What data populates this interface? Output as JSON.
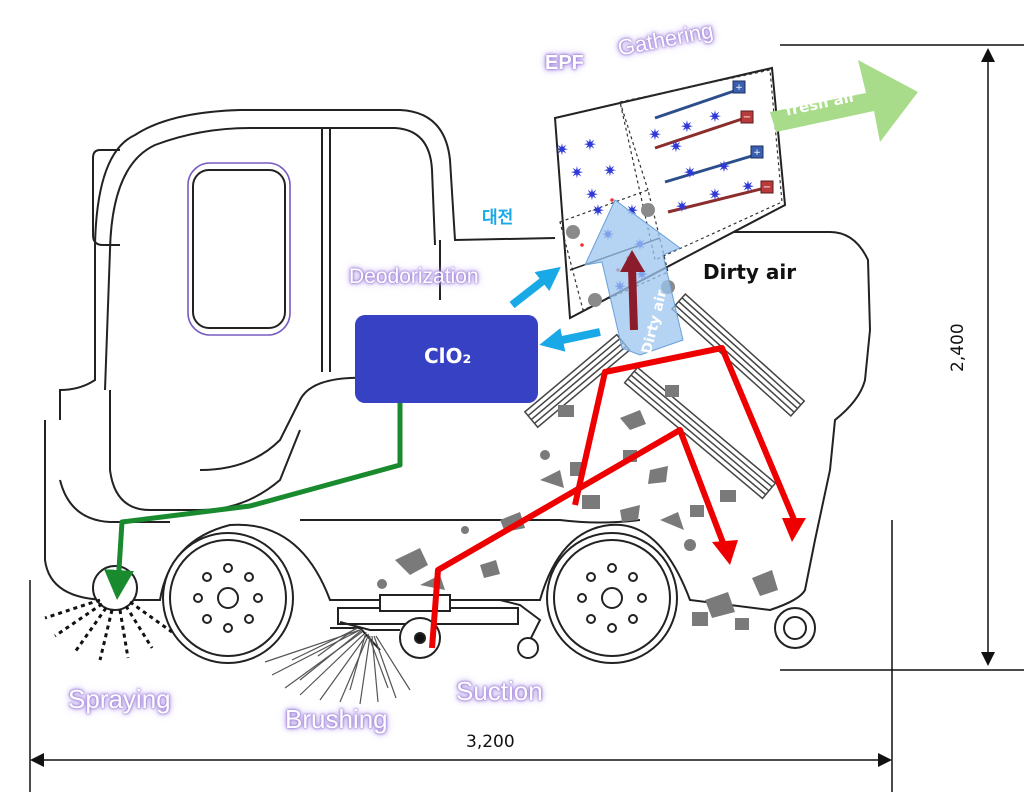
{
  "labels": {
    "epf": "EPF",
    "gathering": "Gathering",
    "fresh_air": "fresh air",
    "charging_kr": "대전",
    "dirty_air": "Dirty air",
    "dirty_air_vertical": "Dirty air",
    "deodorization": "Deodorization",
    "tank": "ClO₂",
    "spraying": "Spraying",
    "brushing": "Brushing",
    "suction": "Suction"
  },
  "dimensions": {
    "length": "3,200",
    "height": "2,400"
  },
  "colors": {
    "tank_fill": "#3641c4",
    "spray_path": "#1a8a2e",
    "suction_path": "#ee0000",
    "deodorize_arrow": "#18a9e6",
    "fresh_air_arrow": "#a8dc8a",
    "glow_label": "#b39ae6"
  },
  "icons": {
    "particle": "asterisk-particle-icon",
    "electrode_positive": "plus-electrode-icon",
    "electrode_negative": "minus-electrode-icon"
  }
}
